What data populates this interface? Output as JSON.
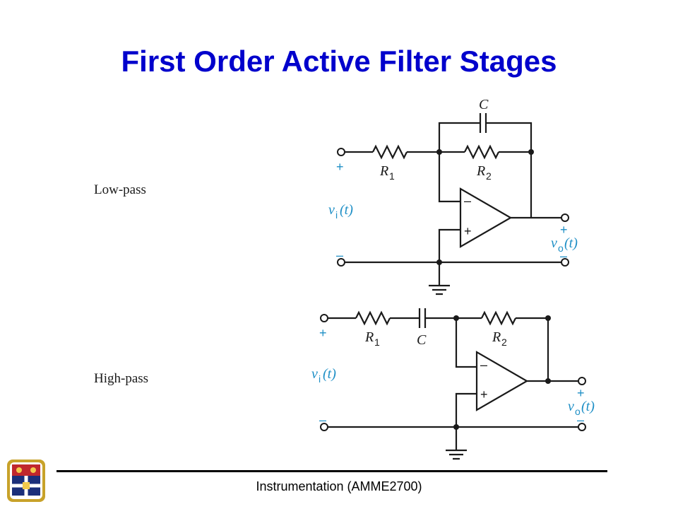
{
  "title": "First Order Active Filter Stages",
  "footer": "Instrumentation (AMME2700)",
  "low_pass": {
    "label": "Low-pass",
    "c": "C",
    "r1": "R",
    "r1_sub": "1",
    "r2": "R",
    "r2_sub": "2",
    "vi": "v",
    "vi_sub": "i",
    "vi_arg": "(t)",
    "vo": "v",
    "vo_sub": "o",
    "vo_arg": "(t)",
    "plus": "+",
    "minus": "–"
  },
  "high_pass": {
    "label": "High-pass",
    "c": "C",
    "r1": "R",
    "r1_sub": "1",
    "r2": "R",
    "r2_sub": "2",
    "vi": "v",
    "vi_sub": "i",
    "vi_arg": "(t)",
    "vo": "v",
    "vo_sub": "o",
    "vo_arg": "(t)",
    "plus": "+",
    "minus": "–"
  },
  "colors": {
    "title": "#0000cc",
    "signal_label": "#1e8fc6",
    "wire": "#1a1a1a"
  },
  "crest_icon": "university-crest-icon"
}
